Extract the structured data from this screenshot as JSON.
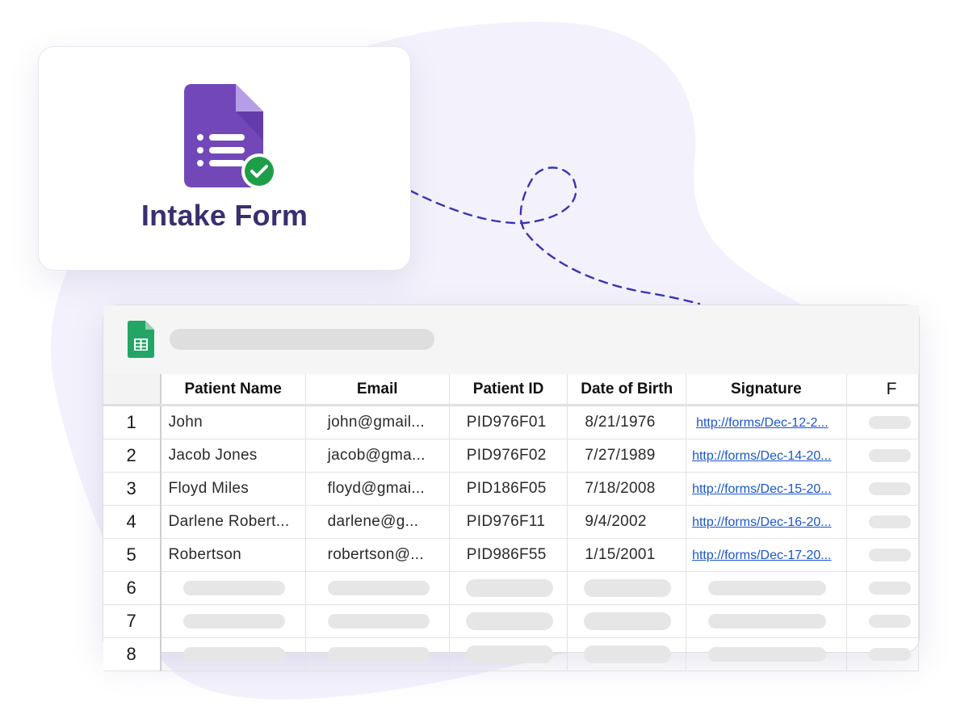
{
  "form_card": {
    "title": "Intake Form"
  },
  "spreadsheet": {
    "columns": {
      "patient_name": "Patient Name",
      "email": "Email",
      "patient_id": "Patient ID",
      "dob": "Date of Birth",
      "signature": "Signature",
      "col_f": "F"
    },
    "rows": [
      {
        "num": "1",
        "name": "John",
        "email": "john@gmail...",
        "pid": "PID976F01",
        "dob": "8/21/1976",
        "sig": "http://forms/Dec-12-2..."
      },
      {
        "num": "2",
        "name": "Jacob Jones",
        "email": "jacob@gma...",
        "pid": "PID976F02",
        "dob": "7/27/1989",
        "sig": "http://forms/Dec-14-20..."
      },
      {
        "num": "3",
        "name": "Floyd Miles",
        "email": "floyd@gmai...",
        "pid": "PID186F05",
        "dob": "7/18/2008",
        "sig": "http://forms/Dec-15-20..."
      },
      {
        "num": "4",
        "name": "Darlene Robert...",
        "email": "darlene@g...",
        "pid": "PID976F11",
        "dob": "9/4/2002",
        "sig": "http://forms/Dec-16-20..."
      },
      {
        "num": "5",
        "name": "Robertson",
        "email": "robertson@...",
        "pid": "PID986F55",
        "dob": "1/15/2001",
        "sig": "http://forms/Dec-17-20..."
      }
    ],
    "empty_rows": [
      "6",
      "7",
      "8"
    ]
  },
  "icons": {
    "form": "google-forms-icon",
    "check": "check-circle-icon",
    "sheets": "google-sheets-icon"
  },
  "colors": {
    "form_purple": "#7248b9",
    "title_text": "#3a2f6f",
    "check_green": "#1e9e49",
    "sheets_green": "#23a566",
    "link_blue": "#1a56c9",
    "dash_line": "#3a33b5",
    "blob_bg": "#f3f2fc"
  }
}
